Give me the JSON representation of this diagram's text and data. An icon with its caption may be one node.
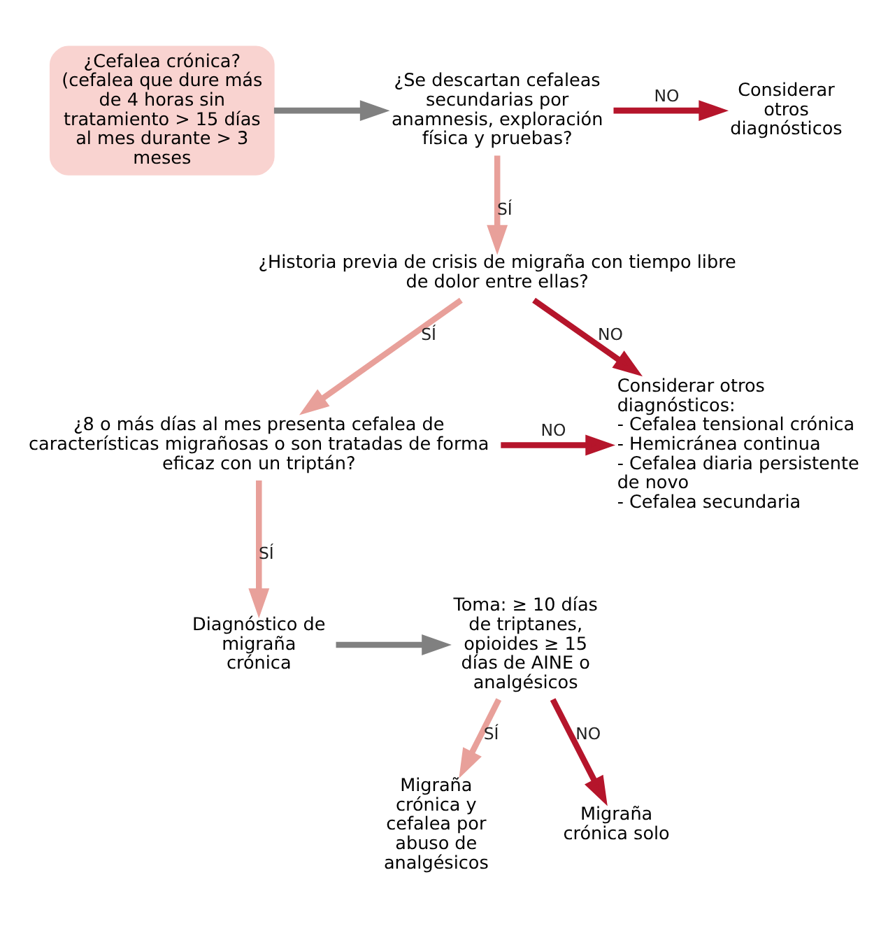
{
  "diagram": {
    "nodes": [
      {
        "text": [
          "¿Cefalea crónica? (cefalea que dure más de 4 horas sin tratamiento > 15 días al mes durante > 3 meses"
        ]
      },
      {
        "text": [
          "¿Se descartan cefaleas secundarias por anamnesis, exploración física y pruebas?"
        ]
      },
      {
        "text": [
          "Considerar otros diagnósticos"
        ]
      },
      {
        "text": [
          "¿Historia previa de crisis de migraña con tiempo libre de dolor entre ellas?"
        ]
      },
      {
        "text": [
          "Considerar otros diagnósticos:",
          "- Cefalea tensional crónica",
          "- Hemicránea continua",
          "- Cefalea diaria persistente de novo",
          "- Cefalea secundaria"
        ]
      },
      {
        "text": [
          "¿8 o más días al mes presenta cefalea de características migrañosas o son tratadas de forma eficaz con un triptán?"
        ]
      },
      {
        "text": [
          "Diagnóstico de migraña crónica"
        ]
      },
      {
        "text": [
          "Toma: ≥ 10 días de triptanes, opioides ≥ 15 días de AINE o analgésicos"
        ]
      },
      {
        "text": [
          "Migraña crónica y cefalea por abuso de analgésicos"
        ]
      },
      {
        "text": [
          "Migraña crónica solo"
        ]
      }
    ],
    "edges": [
      {
        "from": 0,
        "to": 1,
        "arrow": "to",
        "color": "#808080"
      },
      {
        "from": 1,
        "to": 2,
        "arrow": "to",
        "label": "NO",
        "color": "#b5152b"
      },
      {
        "from": 1,
        "to": 3,
        "arrow": "to",
        "label": "SÍ",
        "color": "#e8a09a"
      },
      {
        "from": 3,
        "to": 4,
        "arrow": "to",
        "label": "NO",
        "color": "#b5152b"
      },
      {
        "from": 3,
        "to": 5,
        "arrow": "to",
        "label": "SÍ",
        "color": "#e8a09a"
      },
      {
        "from": 5,
        "to": 4,
        "arrow": "to",
        "label": "NO",
        "color": "#b5152b"
      },
      {
        "from": 5,
        "to": 6,
        "arrow": "to",
        "label": "SÍ",
        "color": "#e8a09a"
      },
      {
        "from": 6,
        "to": 7,
        "arrow": "to",
        "color": "#808080"
      },
      {
        "from": 7,
        "to": 8,
        "arrow": "to",
        "label": "SÍ",
        "color": "#e8a09a"
      },
      {
        "from": 7,
        "to": 9,
        "arrow": "to",
        "label": "NO",
        "color": "#b5152b"
      }
    ]
  }
}
